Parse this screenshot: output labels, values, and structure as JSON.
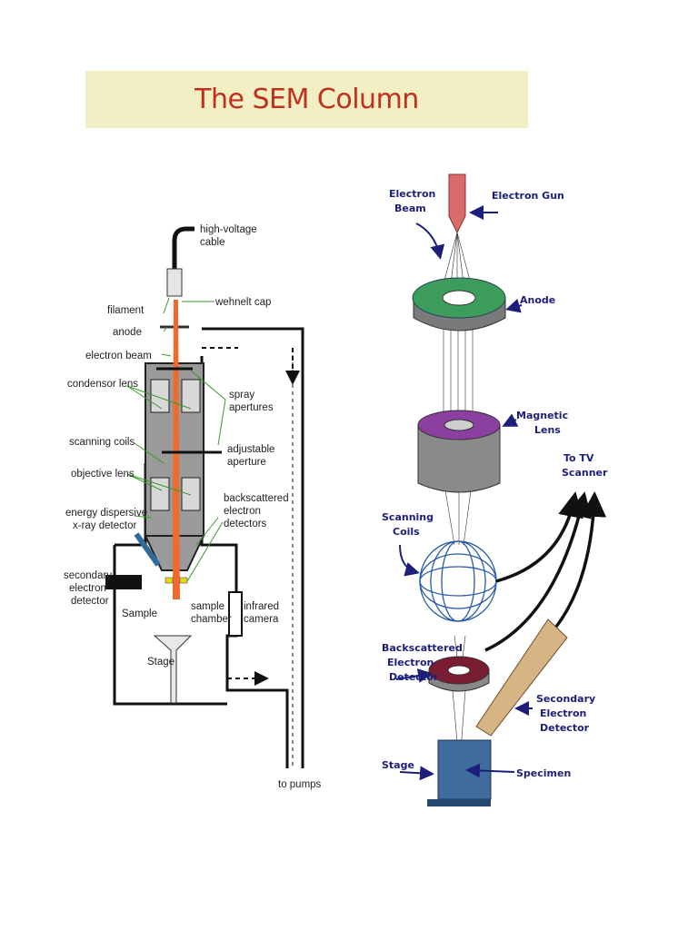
{
  "slide": {
    "title": "The SEM Column"
  },
  "left_diagram": {
    "labels": {
      "hv_cable_1": "high-voltage",
      "hv_cable_2": "cable",
      "filament": "filament",
      "wehnelt": "wehnelt cap",
      "anode": "anode",
      "electron_beam": "electron beam",
      "condensor": "condensor lens",
      "spray_1": "spray",
      "spray_2": "apertures",
      "scanning": "scanning coils",
      "adjustable_1": "adjustable",
      "adjustable_2": "aperture",
      "objective": "objective lens",
      "eds_1": "energy dispersive",
      "eds_2": "x-ray detector",
      "bse_1": "backscattered",
      "bse_2": "electron",
      "bse_3": "detectors",
      "secondary_1": "secondary",
      "secondary_2": "electron",
      "secondary_3": "detector",
      "sample": "Sample",
      "sample_chamber_1": "sample",
      "sample_chamber_2": "chamber",
      "infrared_1": "infrared",
      "infrared_2": "camera",
      "stage": "Stage",
      "pumps": "to pumps"
    }
  },
  "right_diagram": {
    "labels": {
      "electron_beam_1": "Electron",
      "electron_beam_2": "Beam",
      "electron_gun": "Electron Gun",
      "anode": "Anode",
      "magnetic_1": "Magnetic",
      "magnetic_2": "Lens",
      "tv_1": "To TV",
      "tv_2": "Scanner",
      "scanning_1": "Scanning",
      "scanning_2": "Coils",
      "bse_1": "Backscattered",
      "bse_2": "Electron",
      "bse_3": "Detector",
      "secondary_1": "Secondary",
      "secondary_2": "Electron",
      "secondary_3": "Detector",
      "stage": "Stage",
      "specimen": "Specimen"
    }
  }
}
